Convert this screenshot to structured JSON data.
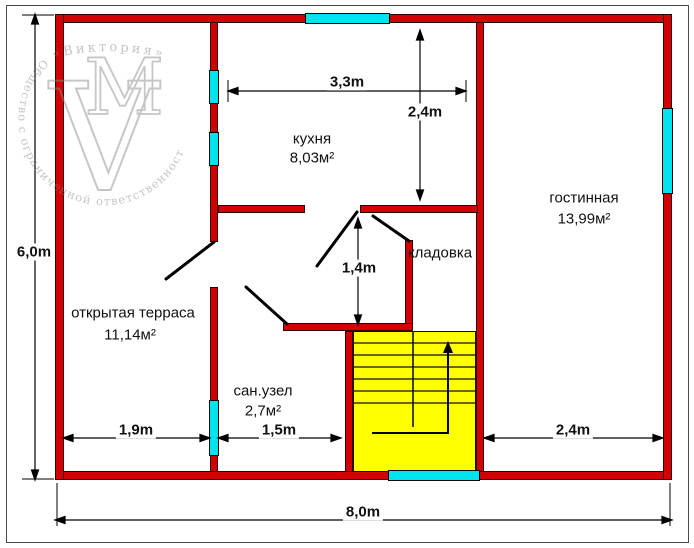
{
  "watermark": {
    "brand": "«Виктория»",
    "monogram_v": "V",
    "monogram_m": "M",
    "ring_text": "Общество с ограниченной ответственностью"
  },
  "rooms": [
    {
      "id": "kitchen",
      "name": "кухня",
      "area": "8,03м²"
    },
    {
      "id": "living",
      "name": "гостинная",
      "area": "13,99м²"
    },
    {
      "id": "storage",
      "name": "кладовка",
      "area": ""
    },
    {
      "id": "terrace",
      "name": "открытая терраса",
      "area": "11,14м²"
    },
    {
      "id": "bathroom",
      "name": "сан.узел",
      "area": "2,7м²"
    }
  ],
  "dimensions": {
    "kitchen_width": "3,3m",
    "kitchen_depth": "2,4m",
    "total_height": "6,0m",
    "hall_depth": "1,4m",
    "terrace_width": "1,9m",
    "bathroom_width": "1,5m",
    "living_width": "2,4m",
    "total_width": "8,0m"
  },
  "colors": {
    "wall": "#d40000",
    "window": "#00e4f0",
    "stairs": "#ffff00"
  }
}
